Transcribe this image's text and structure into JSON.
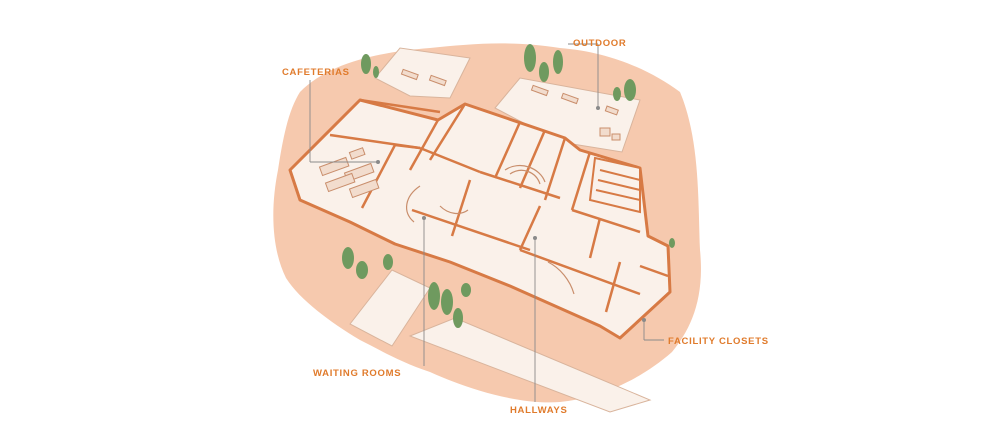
{
  "labels": {
    "cafeterias": "CAFETERIAS",
    "outdoor": "OUTDOOR",
    "facility_closets": "FACILITY CLOSETS",
    "waiting_rooms": "WAITING ROOMS",
    "hallways": "HALLWAYS"
  },
  "colors": {
    "background_blob": "#f6c9ae",
    "building_fill": "#faf1ea",
    "wall_stroke": "#d77a45",
    "label": "#e07b2c",
    "tree": "#6f9a5f",
    "leader_line": "#8a8a8a"
  }
}
